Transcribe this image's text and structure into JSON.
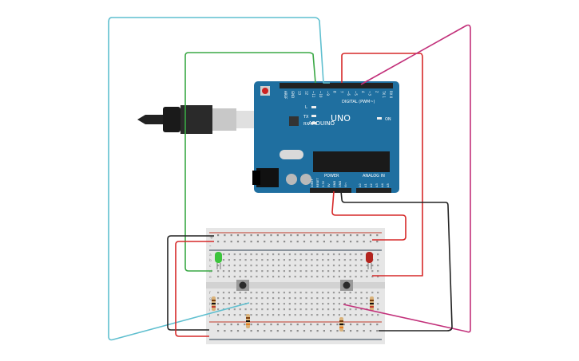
{
  "board": {
    "brand": "ARDUINO",
    "model": "UNO",
    "digital_label": "DIGITAL (PWM~)",
    "analog_label": "ANALOG IN",
    "power_label": "POWER",
    "on_label": "ON",
    "led_l": "L",
    "led_tx": "TX",
    "led_rx": "RX",
    "digital_pins": [
      "AREF",
      "GND",
      "13",
      "12",
      "~11",
      "~10",
      "~9",
      "8",
      "7",
      "~6",
      "~5",
      "4",
      "~3",
      "2",
      "TX 1",
      "RX 0"
    ],
    "power_pins": [
      "IOREF",
      "RESET",
      "3.3V",
      "5V",
      "GND",
      "GND",
      "Vin"
    ],
    "analog_pins": [
      "A0",
      "A1",
      "A2",
      "A3",
      "A4",
      "A5"
    ]
  },
  "breadboard": {
    "row_letters": [
      "a",
      "b",
      "c",
      "d",
      "e",
      "f",
      "g",
      "h",
      "i",
      "j"
    ],
    "plus": "+",
    "minus": "-"
  },
  "colors": {
    "board": "#1f6fa0",
    "wire_red": "#d62828",
    "wire_black": "#222222",
    "wire_green": "#3aa845",
    "wire_cyan": "#5fbfcf",
    "wire_magenta": "#c2307a",
    "led_green": "#3cc43c",
    "led_red": "#b3241e"
  }
}
